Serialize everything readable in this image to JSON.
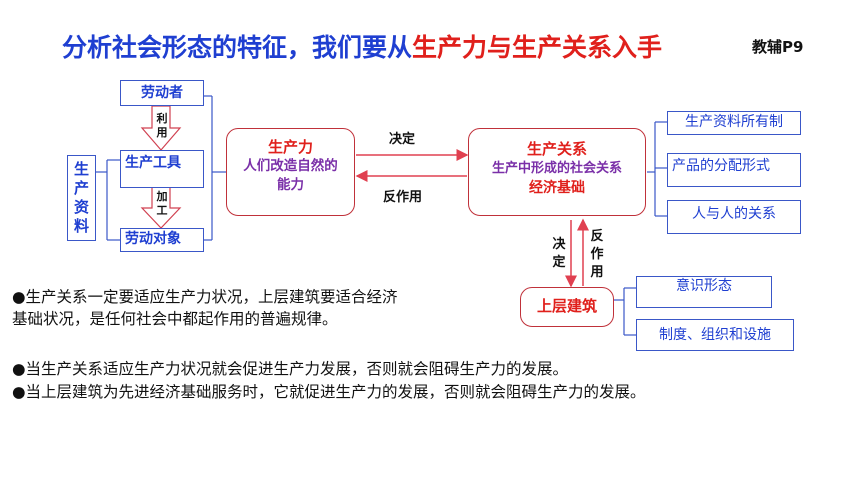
{
  "title": {
    "part1": "分析社会形态的特征，我们要从",
    "part2": "生产力与生产关系入手",
    "ref": "教辅P9"
  },
  "left": {
    "laodongzhe": "劳动者",
    "liyong": [
      "利",
      "用"
    ],
    "gongju": "生产工具",
    "jiagong": [
      "加",
      "工"
    ],
    "duixiang": "劳动对象",
    "ziliao": [
      "生",
      "产",
      "资",
      "料"
    ]
  },
  "productivity": {
    "title": "生产力",
    "line1": "人们改造自然的",
    "line2": "能力"
  },
  "arrows": {
    "decide": "决定",
    "react": "反作用",
    "decide_v": [
      "决",
      "定"
    ],
    "react_v": [
      "反",
      "作",
      "用"
    ]
  },
  "relations": {
    "title": "生产关系",
    "line1": "生产中形成的社会关系",
    "line2": "经济基础"
  },
  "relations_items": [
    "生产资料所有制",
    "产品的分配形式",
    "人与人的关系"
  ],
  "superstructure": {
    "title": "上层建筑",
    "items": [
      "意识形态",
      "制度、组织和设施"
    ]
  },
  "paragraphs": {
    "p1_line1": "●生产关系一定要适应生产力状况，上层建筑要适合经济",
    "p1_line2": "基础状况，是任何社会中都起作用的普遍规律。",
    "p2": "●当生产关系适应生产力状况就会促进生产力发展，否则就会阻碍生产力的发展。",
    "p3": "●当上层建筑为先进经济基础服务时，它就促进生产力的发展，否则就会阻碍生产力的发展。"
  },
  "colors": {
    "blue": "#1f3fd1",
    "red": "#e0201c",
    "border_blue": "#3a57c8",
    "border_red": "#c0313a"
  }
}
